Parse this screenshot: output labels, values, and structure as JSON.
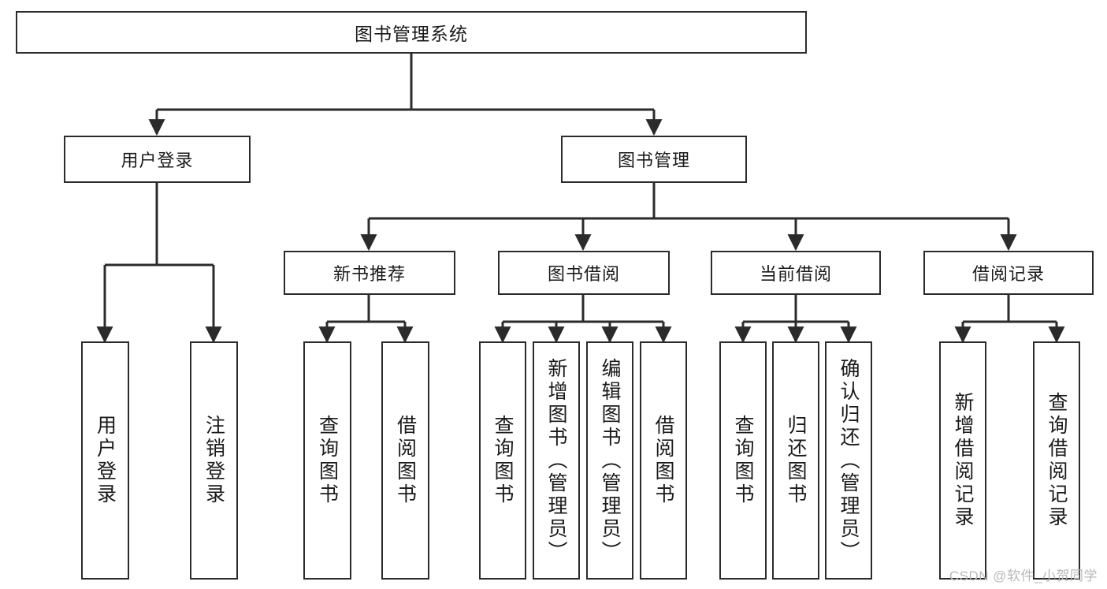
{
  "diagram": {
    "type": "tree-hierarchy",
    "title": "图书管理系统",
    "watermark": "CSDN @软件_小贺同学",
    "colors": {
      "box_border": "#2b2b2b",
      "box_fill": "#ffffff",
      "connector": "#2b2b2b",
      "text": "#1a1a1a",
      "watermark": "#b9b9b9"
    },
    "nodes": {
      "root": {
        "label": "图书管理系统",
        "level": 1,
        "orientation": "horizontal"
      },
      "user_login": {
        "label": "用户登录",
        "level": 2,
        "orientation": "horizontal"
      },
      "book_manage": {
        "label": "图书管理",
        "level": 2,
        "orientation": "horizontal"
      },
      "new_book_rec": {
        "label": "新书推荐",
        "level": 3,
        "orientation": "horizontal"
      },
      "book_borrow": {
        "label": "图书借阅",
        "level": 3,
        "orientation": "horizontal"
      },
      "current_borrow": {
        "label": "当前借阅",
        "level": 3,
        "orientation": "horizontal"
      },
      "borrow_record": {
        "label": "借阅记录",
        "level": 3,
        "orientation": "horizontal"
      },
      "leaf_user_login": {
        "label": "用户登录",
        "level": 4,
        "orientation": "vertical"
      },
      "leaf_logout": {
        "label": "注销登录",
        "level": 4,
        "orientation": "vertical"
      },
      "leaf_query_book_1": {
        "label": "查询图书",
        "level": 4,
        "orientation": "vertical"
      },
      "leaf_borrow_book_1": {
        "label": "借阅图书",
        "level": 4,
        "orientation": "vertical"
      },
      "leaf_query_book_2": {
        "label": "查询图书",
        "level": 4,
        "orientation": "vertical"
      },
      "leaf_add_book": {
        "label": "新增图书（管理员）",
        "level": 4,
        "orientation": "vertical"
      },
      "leaf_edit_book": {
        "label": "编辑图书（管理员）",
        "level": 4,
        "orientation": "vertical"
      },
      "leaf_borrow_book_2": {
        "label": "借阅图书",
        "level": 4,
        "orientation": "vertical"
      },
      "leaf_query_book_3": {
        "label": "查询图书",
        "level": 4,
        "orientation": "vertical"
      },
      "leaf_return_book": {
        "label": "归还图书",
        "level": 4,
        "orientation": "vertical"
      },
      "leaf_confirm_return": {
        "label": "确认归还（管理员）",
        "level": 4,
        "orientation": "vertical"
      },
      "leaf_add_record": {
        "label": "新增借阅记录",
        "level": 4,
        "orientation": "vertical"
      },
      "leaf_query_record": {
        "label": "查询借阅记录",
        "level": 4,
        "orientation": "vertical"
      }
    }
  }
}
